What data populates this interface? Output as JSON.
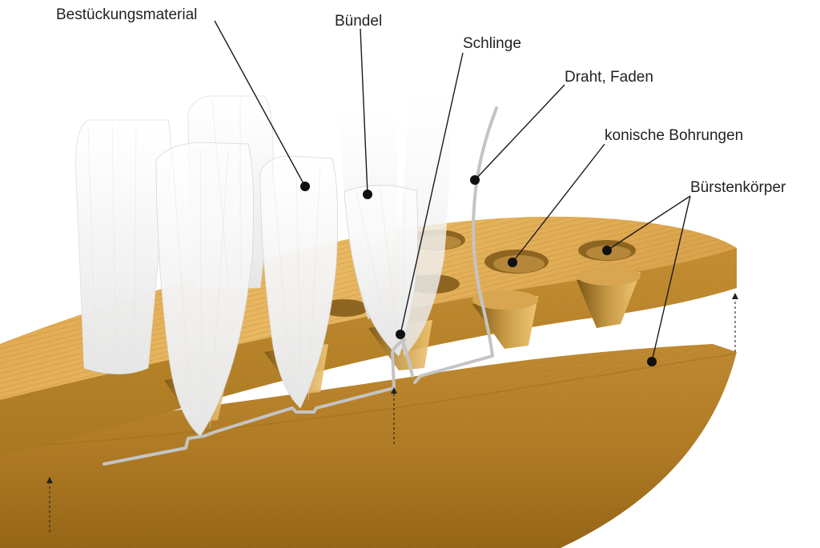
{
  "labels": {
    "bestueckungsmaterial": "Bestückungsmaterial",
    "buendel": "Bündel",
    "schlinge": "Schlinge",
    "draht_faden": "Draht, Faden",
    "konische_bohrungen": "konische Bohrungen",
    "buerstenkoerper": "Bürstenkörper"
  },
  "colors": {
    "wood_light": "#e8b25a",
    "wood_mid": "#d39a3e",
    "wood_dark": "#8d6520",
    "bristle": "#f7f7f7",
    "wire": "#c4c4c4"
  }
}
